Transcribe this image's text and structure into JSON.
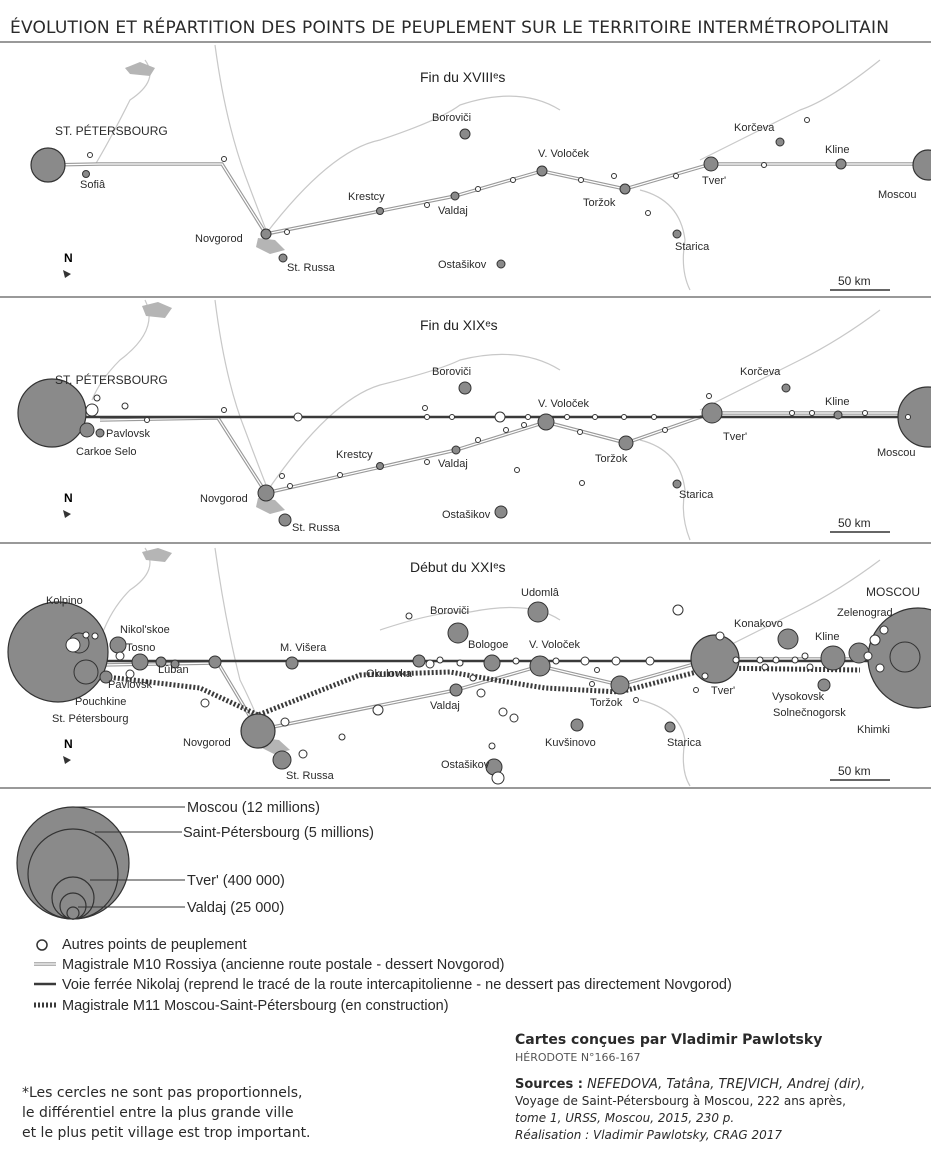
{
  "title": "ÉVOLUTION ET RÉPARTITION DES POINTS DE PEUPLEMENT SUR LE TERRITOIRE INTERMÉTROPOLITAIN",
  "panels": [
    {
      "period": "Fin du XVIIIᵉs",
      "scale": "50 km",
      "north": "N",
      "labels": [
        "ST. PÉTERSBOURG",
        "Sofiâ",
        "Novgorod",
        "St. Russa",
        "Krestcy",
        "Valdaj",
        "Boroviči",
        "V. Voloček",
        "Toržok",
        "Ostašikov",
        "Starica",
        "Tver'",
        "Korčeva",
        "Kline",
        "Moscou"
      ]
    },
    {
      "period": "Fin du XIXᵉs",
      "scale": "50 km",
      "north": "N",
      "labels": [
        "ST. PÉTERSBOURG",
        "Pavlovsk",
        "Carkoe Selo",
        "Novgorod",
        "St. Russa",
        "Krestcy",
        "Valdaj",
        "Boroviči",
        "V. Voloček",
        "Toržok",
        "Ostašikov",
        "Starica",
        "Tver'",
        "Korčeva",
        "Kline",
        "Moscou"
      ]
    },
    {
      "period": "Début du XXIᵉs",
      "scale": "50 km",
      "north": "N",
      "labels": [
        "Kolpino",
        "Nikol'skoe",
        "Tosno",
        "Lûban",
        "Pavlovsk",
        "Pouchkine",
        "St. Pétersbourg",
        "M. Višera",
        "Novgorod",
        "St. Russa",
        "Okulovka",
        "Valdaj",
        "Boroviči",
        "Bologoe",
        "Udomlâ",
        "V. Voloček",
        "Toržok",
        "Kuvšinovo",
        "Ostašikov",
        "Starica",
        "Tver'",
        "Konakovo",
        "Kline",
        "Zelenograd",
        "MOSCOU",
        "Vysokovsk",
        "Solnečnogorsk",
        "Khimki"
      ]
    }
  ],
  "legend": {
    "sizes": [
      "Moscou (12 millions)",
      "Saint-Pétersbourg (5 millions)",
      "Tver' (400 000)",
      "Valdaj (25 000)"
    ],
    "items": [
      "Autres points de peuplement",
      "Magistrale M10 Rossiya (ancienne route postale - dessert Novgorod)",
      "Voie ferrée Nikolaj (reprend le tracé de la route intercapitolienne - ne dessert pas directement Novgorod)",
      "Magistrale M11 Moscou-Saint-Pétersbourg (en construction)"
    ]
  },
  "note": [
    "*Les cercles ne sont pas proportionnels,",
    "le différentiel entre la  plus grande ville",
    "et le plus petit village est trop important."
  ],
  "credits": {
    "author": "Cartes conçues par Vladimir Pawlotsky",
    "journal": "HÉRODOTE N°166-167",
    "sources_label": "Sources :",
    "sources_line1": "NEFEDOVA, Tatâna, TREJVICH, Andrej (dir),",
    "sources_line2": "Voyage de Saint-Pétersbourg à Moscou, 222 ans après,",
    "sources_line3": "tome 1, URSS, Moscou, 2015, 230 p.",
    "sources_line4": "Réalisation : Vladimir Pawlotsky, CRAG 2017"
  },
  "colors": {
    "city_fill": "#8a8a8a",
    "road": "#9a9a9a",
    "rail": "#3a3a3a",
    "water": "#b5b5b5"
  }
}
